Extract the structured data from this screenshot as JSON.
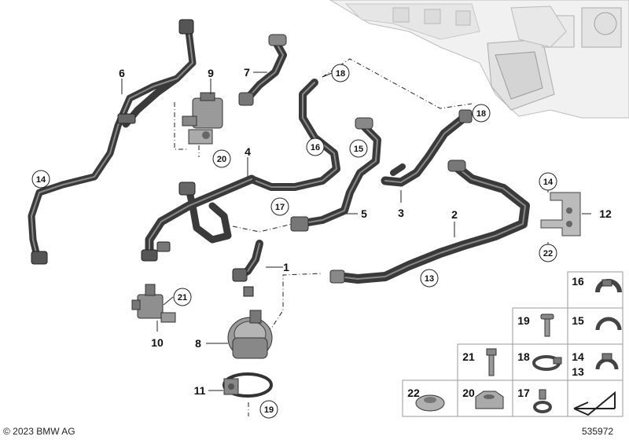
{
  "callouts": {
    "n1": "1",
    "n2": "2",
    "n3": "3",
    "n4": "4",
    "n5": "5",
    "n6": "6",
    "n7": "7",
    "n8": "8",
    "n9": "9",
    "n10": "10",
    "n11": "11",
    "n12": "12",
    "n13": "13",
    "n14a": "14",
    "n14b": "14",
    "n15": "15",
    "n16": "16",
    "n17": "17",
    "n18a": "18",
    "n18b": "18",
    "n19": "19",
    "n20": "20",
    "n21": "21",
    "n22": "22"
  },
  "parts_grid": {
    "c16": "16",
    "c15": "15",
    "c19": "19",
    "c14": "14",
    "c13": "13",
    "c21": "21",
    "c18": "18",
    "c22": "22",
    "c20": "20",
    "c17": "17"
  },
  "footer": {
    "copyright": "© 2023 BMW AG",
    "diagram_number": "535972"
  }
}
